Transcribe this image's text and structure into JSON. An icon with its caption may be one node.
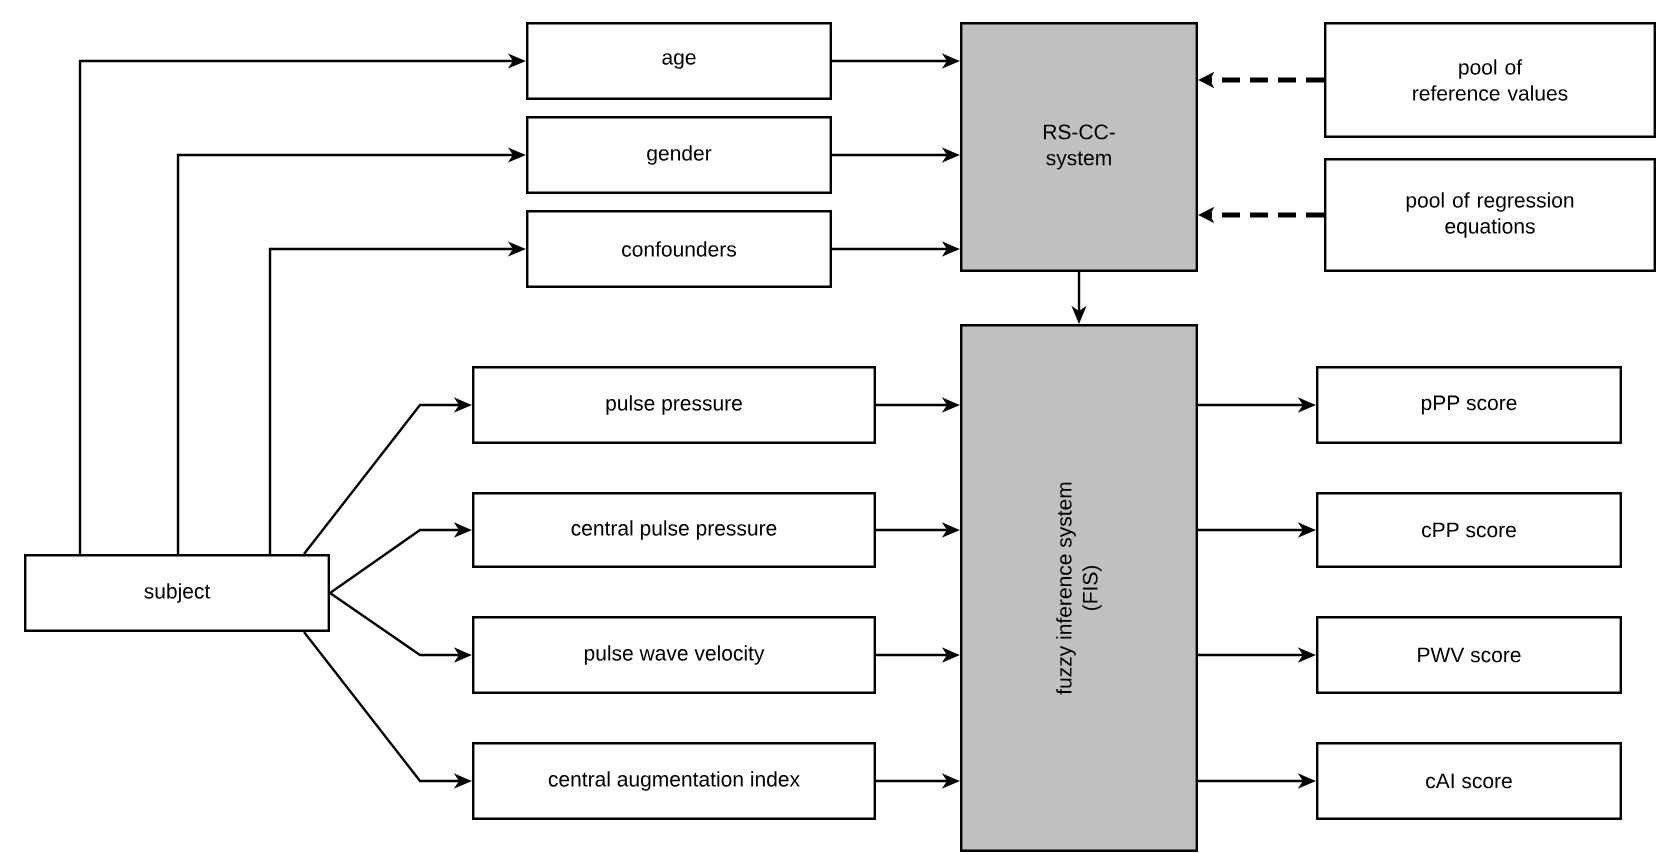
{
  "diagram": {
    "nodes": [
      {
        "text": [
          "age"
        ]
      },
      {
        "text": [
          "gender"
        ]
      },
      {
        "text": [
          "confounders"
        ]
      },
      {
        "text": [
          "RS-CC-system"
        ]
      },
      {
        "text": [
          "pool of reference values"
        ]
      },
      {
        "text": [
          "pool of regression equations"
        ]
      },
      {
        "text": [
          "subject"
        ]
      },
      {
        "text": [
          "pulse pressure"
        ]
      },
      {
        "text": [
          "central pulse pressure"
        ]
      },
      {
        "text": [
          "pulse wave velocity"
        ]
      },
      {
        "text": [
          "central augmentation index"
        ]
      },
      {
        "text": [
          "fuzzy inference system (FIS)"
        ]
      },
      {
        "text": [
          "pPP score"
        ]
      },
      {
        "text": [
          "cPP score"
        ]
      },
      {
        "text": [
          "PWV score"
        ]
      },
      {
        "text": [
          "cAI score"
        ]
      }
    ],
    "edges": [
      {
        "from": 6,
        "to": 0,
        "arrow": "to"
      },
      {
        "from": 6,
        "to": 1,
        "arrow": "to"
      },
      {
        "from": 6,
        "to": 2,
        "arrow": "to"
      },
      {
        "from": 0,
        "to": 3,
        "arrow": "to"
      },
      {
        "from": 1,
        "to": 3,
        "arrow": "to"
      },
      {
        "from": 2,
        "to": 3,
        "arrow": "to"
      },
      {
        "from": 4,
        "to": 3,
        "arrow": "to",
        "style": "dashed"
      },
      {
        "from": 5,
        "to": 3,
        "arrow": "to",
        "style": "dashed"
      },
      {
        "from": 3,
        "to": 11,
        "arrow": "to"
      },
      {
        "from": 6,
        "to": 7,
        "arrow": "to"
      },
      {
        "from": 6,
        "to": 8,
        "arrow": "to"
      },
      {
        "from": 6,
        "to": 9,
        "arrow": "to"
      },
      {
        "from": 6,
        "to": 10,
        "arrow": "to"
      },
      {
        "from": 7,
        "to": 11,
        "arrow": "to"
      },
      {
        "from": 8,
        "to": 11,
        "arrow": "to"
      },
      {
        "from": 9,
        "to": 11,
        "arrow": "to"
      },
      {
        "from": 10,
        "to": 11,
        "arrow": "to"
      },
      {
        "from": 11,
        "to": 12,
        "arrow": "to"
      },
      {
        "from": 11,
        "to": 13,
        "arrow": "to"
      },
      {
        "from": 11,
        "to": 14,
        "arrow": "to"
      },
      {
        "from": 11,
        "to": 15,
        "arrow": "to"
      }
    ]
  }
}
